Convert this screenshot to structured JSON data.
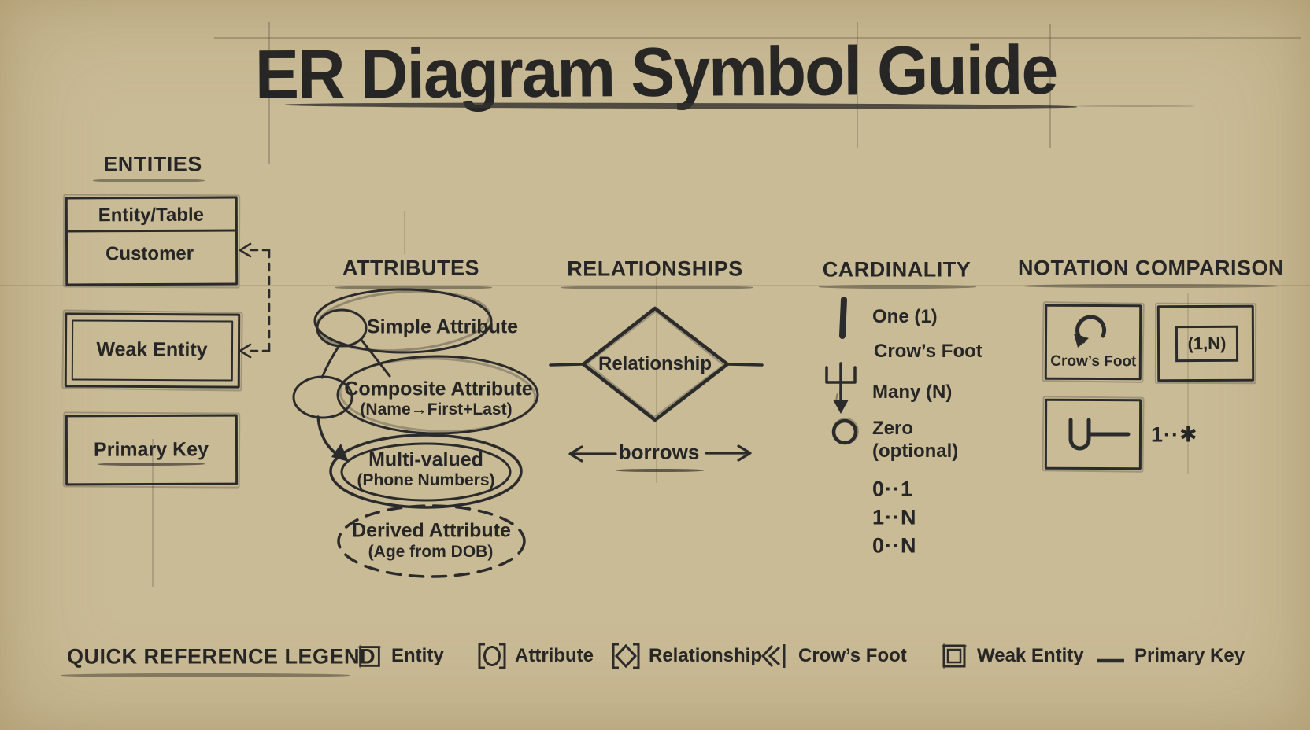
{
  "title": "ER Diagram Symbol Guide",
  "sections": {
    "entities": {
      "header": "ENTITIES",
      "entity_box": {
        "header": "Entity/Table",
        "body": "Customer"
      },
      "weak_entity_box": {
        "label": "Weak Entity"
      },
      "primary_key_box": {
        "label": "Primary Key"
      }
    },
    "attributes": {
      "header": "ATTRIBUTES",
      "simple": {
        "label": "Simple Attribute"
      },
      "composite": {
        "label": "Composite Attribute",
        "sublabel": "(Name→First+Last)"
      },
      "multivalued": {
        "label": "Multi-valued",
        "sublabel": "(Phone Numbers)"
      },
      "derived": {
        "label": "Derived Attribute",
        "sublabel": "(Age from DOB)"
      }
    },
    "relationships": {
      "header": "RELATIONSHIPS",
      "diamond_label": "Relationship",
      "verb_label": "borrows"
    },
    "cardinality": {
      "header": "CARDINALITY",
      "one_label": "One (1)",
      "crows_foot_label": "Crow’s Foot",
      "many_label": "Many (N)",
      "zero_label": "Zero",
      "zero_sublabel": "(optional)",
      "ranges": [
        "0··1",
        "1··N",
        "0··N"
      ]
    },
    "notation": {
      "header": "NOTATION COMPARISON",
      "crows_foot_box_label": "Crow’s Foot",
      "min_max_label": "(1,N)",
      "uml_range_label": "1··✱"
    }
  },
  "legend": {
    "header": "QUICK REFERENCE LEGEND",
    "items": [
      {
        "icon": "entity-square-icon",
        "label": "Entity"
      },
      {
        "icon": "attribute-ellipse-icon",
        "label": "Attribute"
      },
      {
        "icon": "relationship-diamond-icon",
        "label": "Relationship"
      },
      {
        "icon": "crows-foot-icon",
        "label": "Crow’s Foot"
      },
      {
        "icon": "weak-entity-double-square-icon",
        "label": "Weak Entity"
      },
      {
        "icon": "primary-key-underline-icon",
        "label": "Primary Key"
      }
    ]
  },
  "colors": {
    "ink": "#262626",
    "paper": "#f3ebd3",
    "paper_edge": "#e0d0a5"
  }
}
